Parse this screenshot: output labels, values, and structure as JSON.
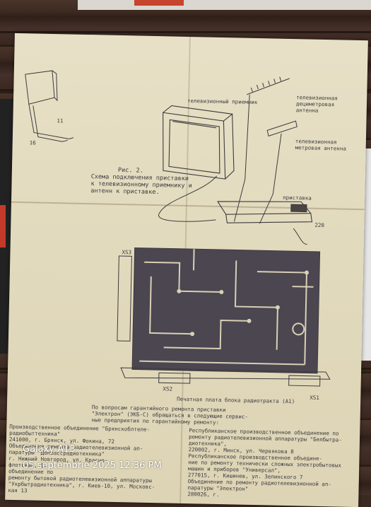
{
  "figure": {
    "caption_lines": [
      "Рис. 2.",
      "Схема подключения приставки",
      "к телевизионному приемнику и",
      "антенн к приставке."
    ],
    "labels": {
      "tv": "телевизионный приемник",
      "antenna_dm_1": "телевизионная",
      "antenna_dm_2": "дециметровая",
      "antenna_dm_3": "антенна",
      "antenna_mv_1": "телевизионная",
      "antenna_mv_2": "метровая антенна",
      "adapter": "приставка",
      "n11": "11",
      "n16": "16",
      "n220": "220"
    }
  },
  "pcb": {
    "caption": "Печатная плата блока радиотракта (А1)",
    "labels": {
      "xs3": "ХS3",
      "xs2": "ХS2",
      "xs1": "ХS1"
    }
  },
  "footer": {
    "heading_lines": [
      "По вопросам гарантийного ремонта приставки",
      "\"Электрон\" (ЭКБ-С) обращаться в следующие сервис-",
      "ные предприятия по гарантийному ремонту:"
    ],
    "left_column": [
      "Производственное объединение \"Брянскоблтеле-",
      "радиобыттехника\"",
      "241000, г. Брянск, ул. Фокина, 72",
      "Объединение ремонта радиотелевизионной ап-",
      "паратуры \"Донбассрадиотехника\"",
      "г. Нижний Новгород, ул. Красно-",
      "флотская, 1.",
      "объединение по",
      "ремонту бытовой радиотелевизионной аппаратуры",
      "\"Укрбытрадиотехника\", г. Киев-10, ул. Московс-",
      "кая 13"
    ],
    "right_column": [
      "Республиканское производственное объединение по",
      "ремонту радиотелевизионной аппаратуры \"Белбытра-",
      "диотехника\",",
      "220002, г. Минск, ул. Червякова 8",
      "Республиканское производственное объедине-",
      "ние по ремонту технически сложных электробытовых",
      "машин и приборов \"Универсал\",",
      "277015, г. Кишинев, ул. Зелинского 7",
      "Объединение по ремонту радиотелевизионной ап-",
      "паратуры \"Электрон\"",
      "280026, г."
    ]
  },
  "watermark": {
    "device": "Galaxy A13",
    "datetime": "05 septembrie 2025 12:36 PM"
  }
}
